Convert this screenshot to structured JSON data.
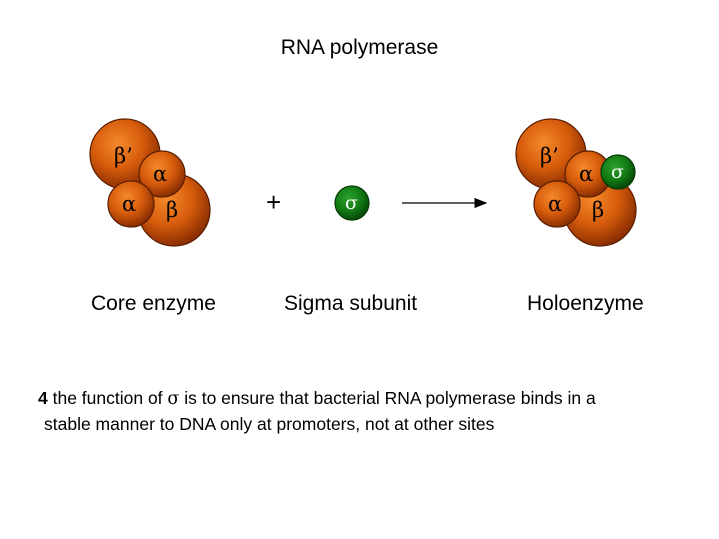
{
  "title": "RNA polymerase",
  "labels": {
    "beta_prime": "β’",
    "alpha": "α",
    "beta": "β",
    "sigma": "σ",
    "plus": "+"
  },
  "captions": {
    "core": "Core enzyme",
    "sigma": "Sigma subunit",
    "holo": "Holoenzyme"
  },
  "note": {
    "bullet": "4",
    "part1": " the function of ",
    "symbol": "σ",
    "part2": " is to ensure that bacterial RNA polymerase binds in a",
    "line2": "stable manner to DNA only at promoters, not at other sites"
  },
  "colors": {
    "subunit_orange": "#d9620f",
    "sigma_green": "#0f7a12"
  }
}
